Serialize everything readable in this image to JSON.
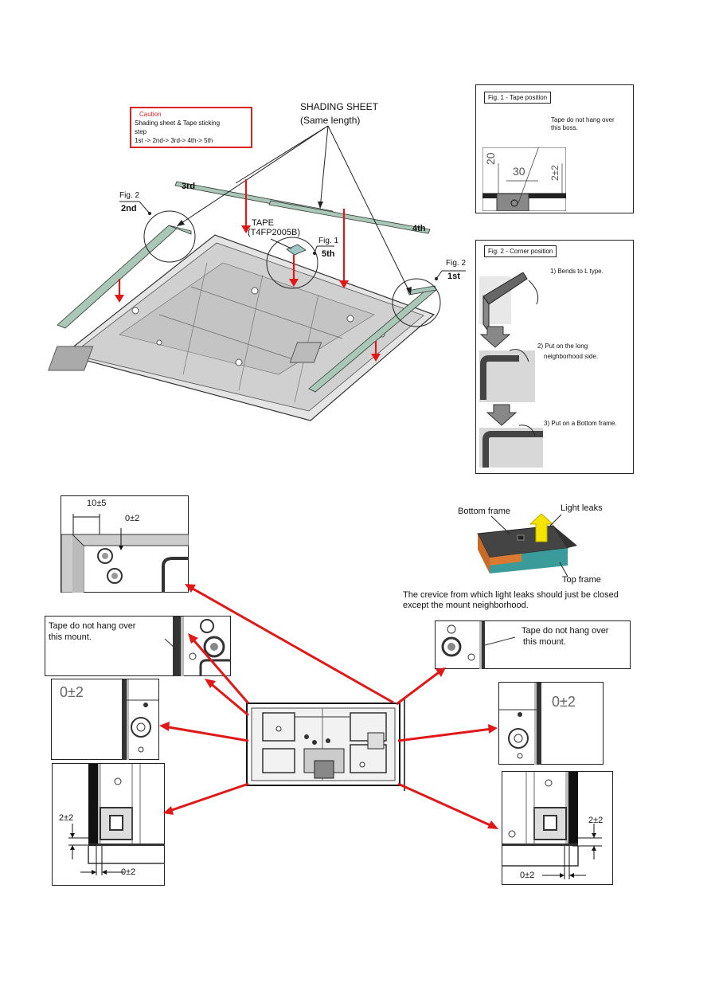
{
  "caption": {
    "title": "Caution",
    "line1": "Shading sheet & Tape sticking",
    "line2": "step",
    "line3": "1st -> 2nd-> 3rd-> 4th-> 5th"
  },
  "shading_sheet": {
    "line1": "SHADING SHEET",
    "line2": "(Same length)"
  },
  "tape": {
    "line1": "TAPE",
    "line2": "(T4FP2005B)"
  },
  "steps": {
    "first": "1st",
    "second": "2nd",
    "third": "3rd",
    "fourth": "4th",
    "fifth": "5th"
  },
  "fig_labels": {
    "fig1": "Fig. 1",
    "fig2_left": "Fig. 2",
    "fig2_right": "Fig. 2"
  },
  "fig1_panel": {
    "title": "Fig. 1 - Tape position",
    "note_line1": "Tape do not hang over",
    "note_line2": "this boss.",
    "dim_20": "20",
    "dim_30": "30",
    "dim_2pm2": "2±2"
  },
  "fig2_panel": {
    "title": "Fig. 2 - Corner position",
    "step1": "1) Bends to L type.",
    "step2_line1": "2) Put on the long",
    "step2_line2": "neighborhood side.",
    "step3": "3) Put on a Bottom frame."
  },
  "detail_top_left": {
    "dim_a": "10±5",
    "dim_b": "0±2"
  },
  "light_leak": {
    "bottom_frame": "Bottom frame",
    "light_leaks": "Light leaks",
    "top_frame": "Top frame",
    "crevice_line1": "The crevice from which light leaks should just be closed",
    "crevice_line2": "except the mount neighborhood."
  },
  "mount_left": {
    "line1": "Tape do not hang over",
    "line2": "this mount."
  },
  "mount_right": {
    "line1": "Tape do not hang over",
    "line2": "this mount."
  },
  "detail_mid_left": {
    "dim": "0±2"
  },
  "detail_mid_right": {
    "dim": "0±2"
  },
  "detail_bottom_left": {
    "dim_v": "2±2",
    "dim_h": "0±2"
  },
  "detail_bottom_right": {
    "dim_v": "2±2",
    "dim_h": "0±2"
  },
  "colors": {
    "arrow_red": "#e01818",
    "sheet_green": "#a9c8b8",
    "caution_red": "#d22222"
  }
}
